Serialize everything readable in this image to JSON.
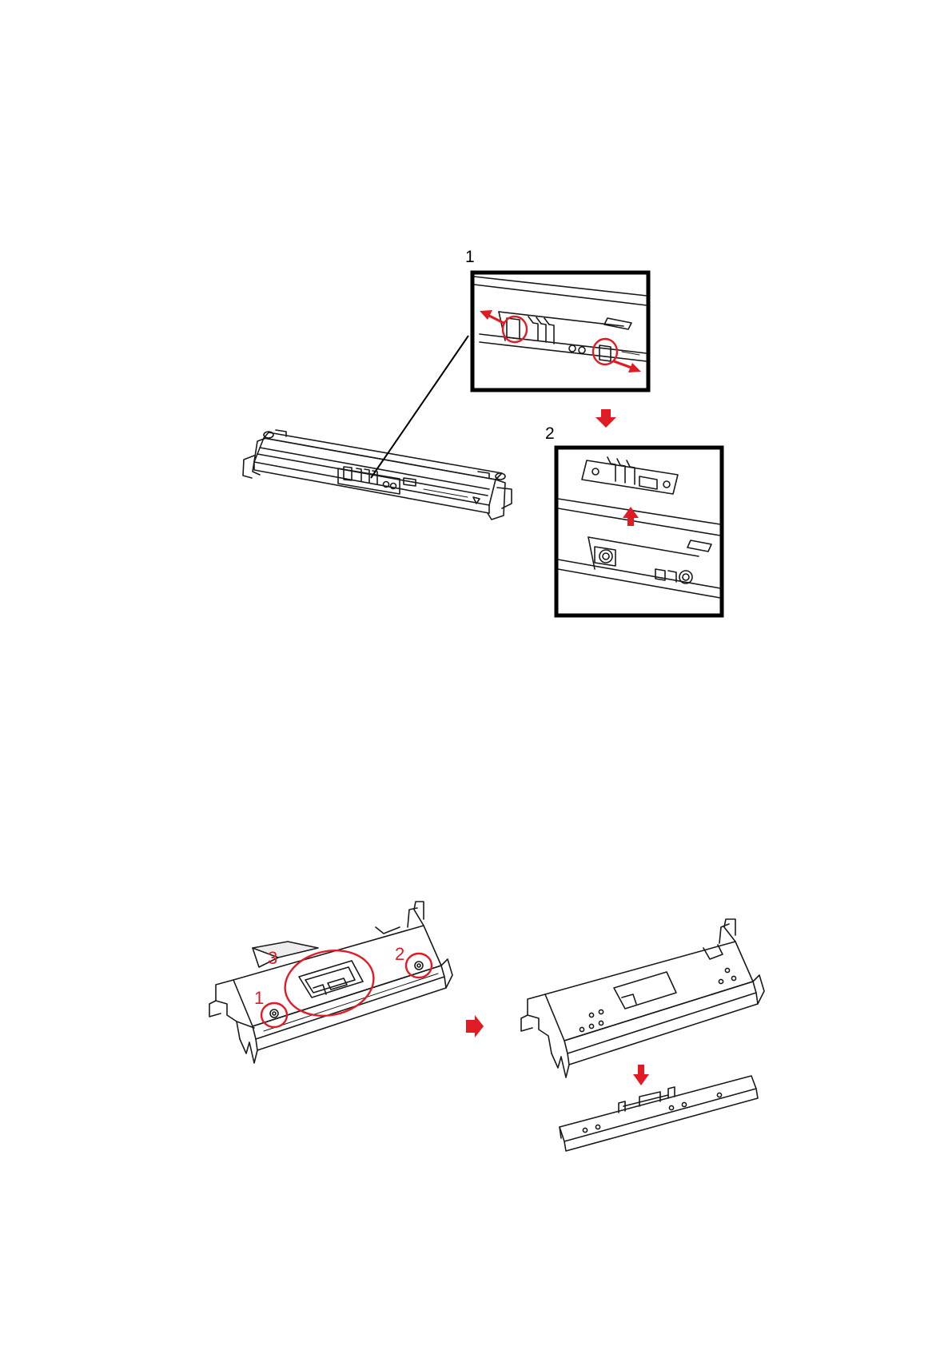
{
  "colors": {
    "ink": "#1a1a1a",
    "frame": "#000000",
    "highlight": "#e01b24",
    "background": "#ffffff"
  },
  "top_figure": {
    "step1_label": "1",
    "step2_label": "2"
  },
  "bottom_figure": {
    "screw1_label": "1",
    "screw2_label": "2",
    "plate_label": "3"
  },
  "icons": [
    "arrow-left-icon",
    "arrow-right-icon",
    "arrow-down-icon",
    "arrow-up-icon",
    "arrow-right-block-icon"
  ]
}
